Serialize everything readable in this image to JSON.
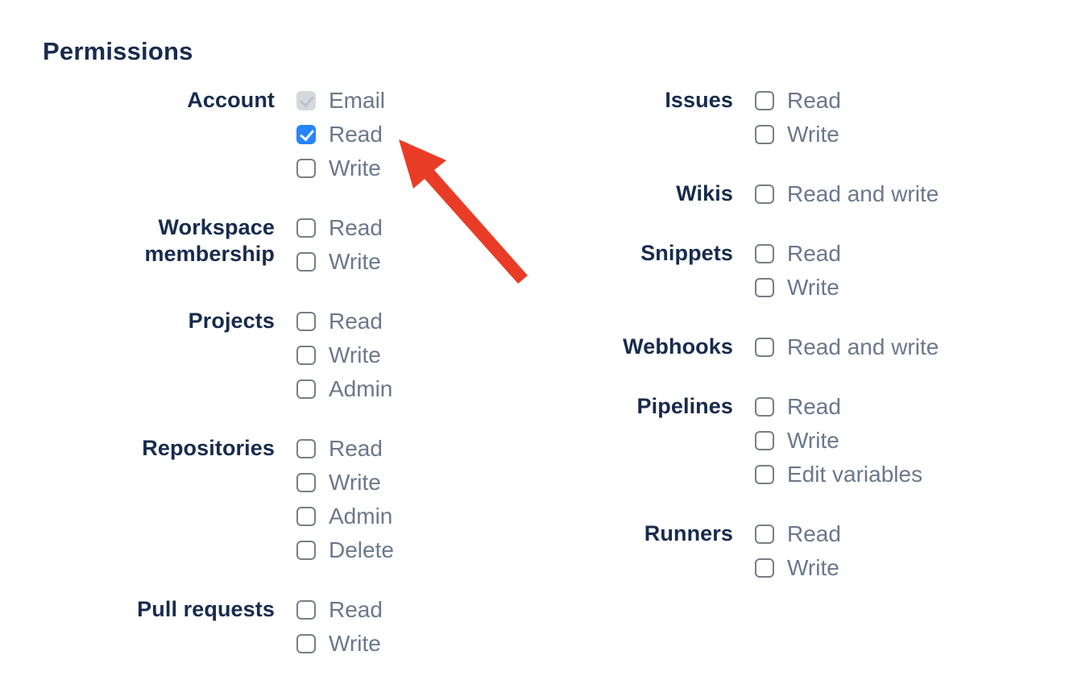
{
  "colors": {
    "heading_text": "#172B4D",
    "label_text": "#172B4D",
    "option_text": "#6B778C",
    "checkbox_border": "#787D87",
    "checkbox_checked_bg": "#2684FF",
    "checkbox_checked_mark": "#FFFFFF",
    "checkbox_disabled_bg": "#D5D8DC",
    "checkbox_disabled_mark": "#BDC2C9",
    "arrow": "#E93C26"
  },
  "permissions": {
    "heading": "Permissions",
    "columns": [
      {
        "groups": [
          {
            "label": "Account",
            "options": [
              {
                "label": "Email",
                "state": "checked-disabled"
              },
              {
                "label": "Read",
                "state": "checked"
              },
              {
                "label": "Write",
                "state": "unchecked"
              }
            ]
          },
          {
            "label": "Workspace membership",
            "options": [
              {
                "label": "Read",
                "state": "unchecked"
              },
              {
                "label": "Write",
                "state": "unchecked"
              }
            ]
          },
          {
            "label": "Projects",
            "options": [
              {
                "label": "Read",
                "state": "unchecked"
              },
              {
                "label": "Write",
                "state": "unchecked"
              },
              {
                "label": "Admin",
                "state": "unchecked"
              }
            ]
          },
          {
            "label": "Repositories",
            "options": [
              {
                "label": "Read",
                "state": "unchecked"
              },
              {
                "label": "Write",
                "state": "unchecked"
              },
              {
                "label": "Admin",
                "state": "unchecked"
              },
              {
                "label": "Delete",
                "state": "unchecked"
              }
            ]
          },
          {
            "label": "Pull requests",
            "options": [
              {
                "label": "Read",
                "state": "unchecked"
              },
              {
                "label": "Write",
                "state": "unchecked"
              }
            ]
          }
        ]
      },
      {
        "groups": [
          {
            "label": "Issues",
            "options": [
              {
                "label": "Read",
                "state": "unchecked"
              },
              {
                "label": "Write",
                "state": "unchecked"
              }
            ]
          },
          {
            "label": "Wikis",
            "options": [
              {
                "label": "Read and write",
                "state": "unchecked"
              }
            ]
          },
          {
            "label": "Snippets",
            "options": [
              {
                "label": "Read",
                "state": "unchecked"
              },
              {
                "label": "Write",
                "state": "unchecked"
              }
            ]
          },
          {
            "label": "Webhooks",
            "options": [
              {
                "label": "Read and write",
                "state": "unchecked"
              }
            ]
          },
          {
            "label": "Pipelines",
            "options": [
              {
                "label": "Read",
                "state": "unchecked"
              },
              {
                "label": "Write",
                "state": "unchecked"
              },
              {
                "label": "Edit variables",
                "state": "unchecked"
              }
            ]
          },
          {
            "label": "Runners",
            "options": [
              {
                "label": "Read",
                "state": "unchecked"
              },
              {
                "label": "Write",
                "state": "unchecked"
              }
            ]
          }
        ]
      }
    ]
  },
  "annotation": {
    "arrow_color": "#E93C26"
  }
}
